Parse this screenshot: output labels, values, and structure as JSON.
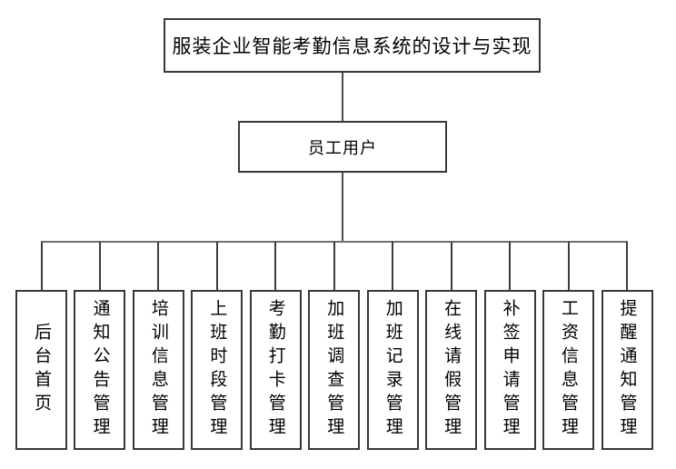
{
  "diagram": {
    "title": "服装企业智能考勤信息系统的设计与实现",
    "root": "员工用户",
    "leaves": [
      "后台首页",
      "通知公告管理",
      "培训信息管理",
      "上班时段管理",
      "考勤打卡管理",
      "加班调查管理",
      "加班记录管理",
      "在线请假管理",
      "补签申请管理",
      "工资信息管理",
      "提醒通知管理"
    ]
  },
  "colors": {
    "background": "#ffffff",
    "box_border": "#383838",
    "connector": "#4a4a4a",
    "text": "#000000"
  }
}
